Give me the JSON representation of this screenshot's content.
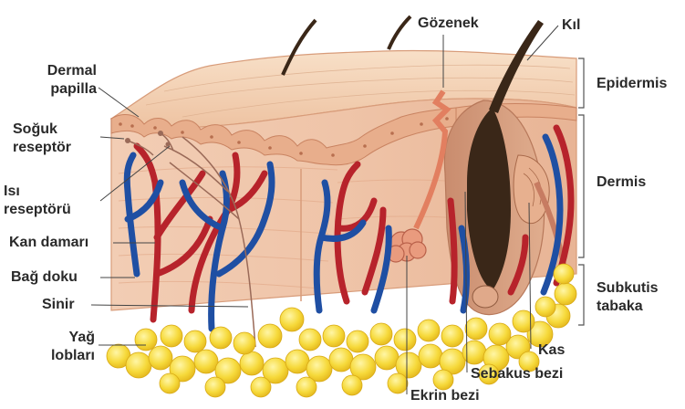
{
  "labels": {
    "dermal_papilla": [
      "Dermal",
      "papilla"
    ],
    "cold_receptor": [
      "Soğuk",
      "reseptör"
    ],
    "heat_receptor": [
      "Isı",
      "reseptörü"
    ],
    "blood_vessel": "Kan damarı",
    "connective_tissue": "Bağ doku",
    "nerve": "Sinir",
    "fat_lobules": [
      "Yağ",
      "lobları"
    ],
    "pore": "Gözenek",
    "hair": "Kıl",
    "epidermis": "Epidermis",
    "dermis": "Dermis",
    "subcutis": [
      "Subkutis",
      "tabaka"
    ],
    "muscle": "Kas",
    "sebaceous_gland": "Sebakus bezi",
    "eccrine_gland": "Ekrin bezi"
  },
  "colors": {
    "epidermis_surface": "#f3d2b4",
    "epidermis_edge": "#e6b08c",
    "dermis": "#f0c8ae",
    "dermis_shade": "#e7b597",
    "artery": "#b7232b",
    "vein": "#1f4fa3",
    "nerve": "#9a6a58",
    "fat": "#f4d637",
    "hair": "#3a2718",
    "gland": "#e99b7e",
    "label_text": "#2a2a2a"
  }
}
